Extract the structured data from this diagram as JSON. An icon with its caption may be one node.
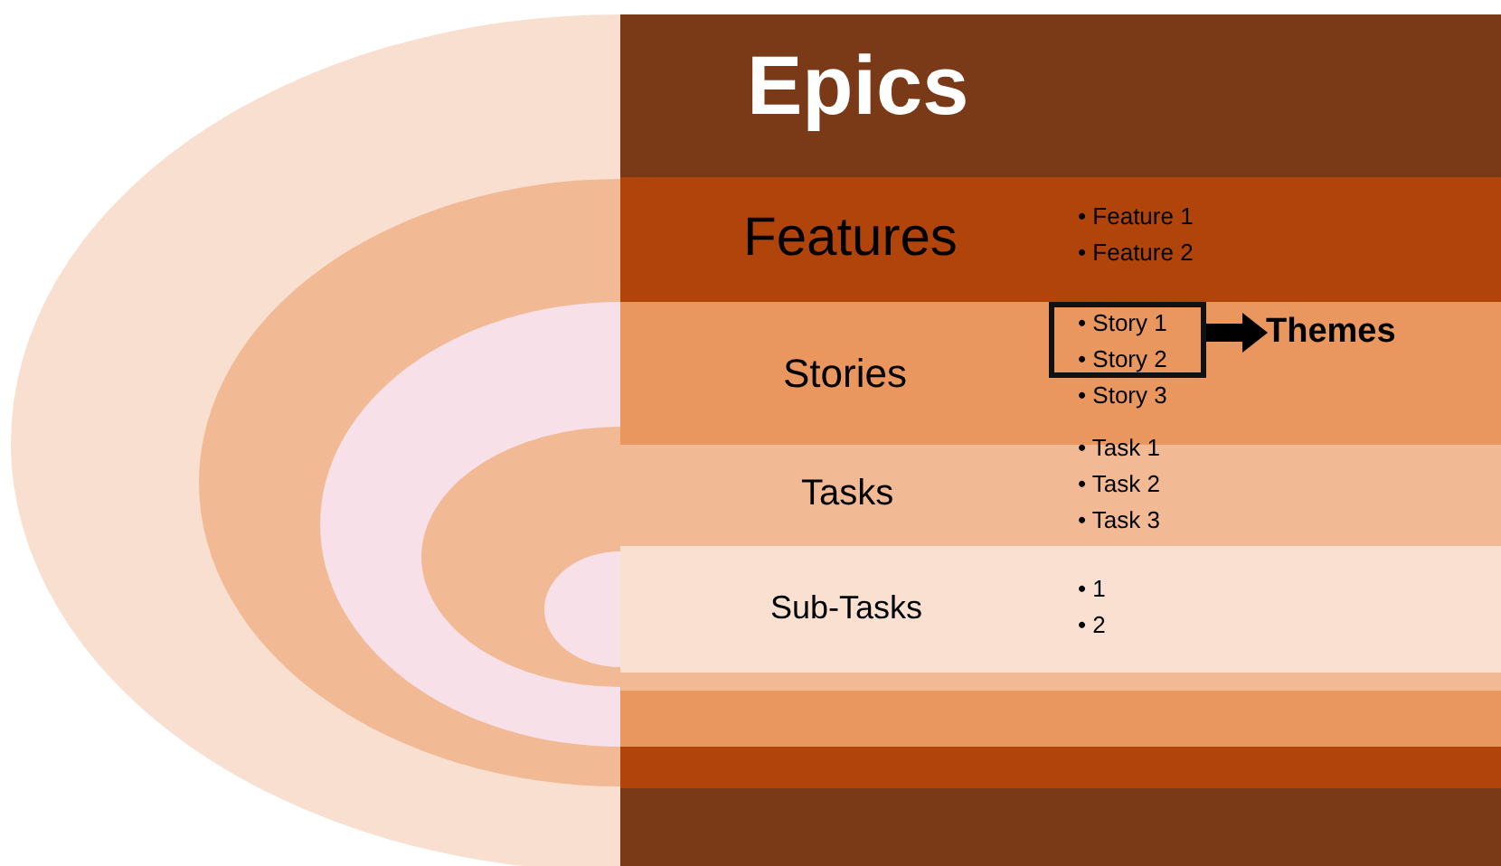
{
  "diagram": {
    "nodes": [
      {
        "text": [
          "Epics"
        ]
      },
      {
        "text": [
          "Features",
          "• Feature 1",
          "• Feature 2"
        ]
      },
      {
        "text": [
          "Stories",
          "• Story 3"
        ]
      },
      {
        "text": [
          "• Story 1",
          "• Story 2"
        ],
        "in": 2
      },
      {
        "text": [
          "Themes"
        ],
        "in": 2
      },
      {
        "text": [
          "Tasks",
          "• Task 1",
          "• Task 2",
          "• Task 3"
        ]
      },
      {
        "text": [
          "Sub-Tasks",
          "• 1",
          "• 2"
        ]
      },
      {
        "text": [],
        "shape": "bar"
      },
      {
        "text": [],
        "shape": "bar"
      },
      {
        "text": [],
        "shape": "bar"
      },
      {
        "text": [],
        "shape": "bar"
      }
    ],
    "edges": [
      {
        "from": 3,
        "to": 4,
        "arrow": "to"
      }
    ]
  }
}
